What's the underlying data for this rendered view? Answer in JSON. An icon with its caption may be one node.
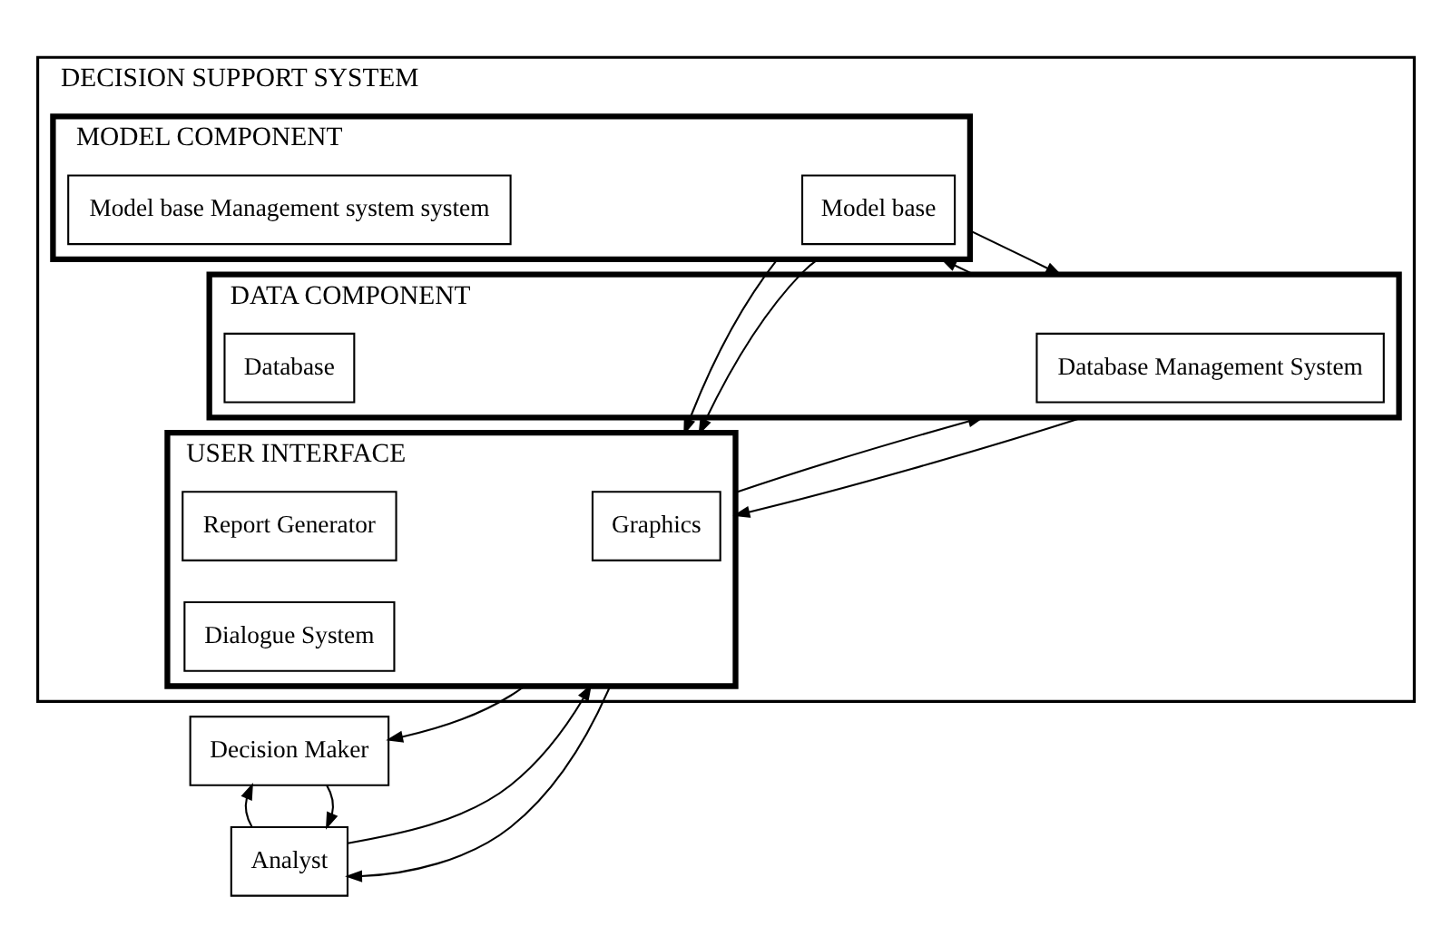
{
  "diagram": {
    "nodes": [
      {
        "text": [
          "DECISION SUPPORT SYSTEM"
        ]
      },
      {
        "text": [
          "MODEL COMPONENT"
        ],
        "in": 0
      },
      {
        "text": [
          "Model base"
        ],
        "in": 1
      },
      {
        "text": [
          "Model base Management system system"
        ],
        "in": 1
      },
      {
        "text": [
          "USER INTERFACE"
        ],
        "in": 0
      },
      {
        "text": [
          "Graphics"
        ],
        "in": 4
      },
      {
        "text": [
          "Report Generator"
        ],
        "in": 4
      },
      {
        "text": [
          "Dialogue System"
        ],
        "in": 4
      },
      {
        "text": [
          "DATA COMPONENT"
        ],
        "in": 0
      },
      {
        "text": [
          "Database Management System"
        ],
        "in": 8
      },
      {
        "text": [
          "Database"
        ],
        "in": 8
      },
      {
        "text": [
          "Decision Maker"
        ]
      },
      {
        "text": [
          "Analyst"
        ]
      }
    ],
    "edges": [
      {
        "from": 1,
        "to": 4,
        "arrow": "to"
      },
      {
        "from": 1,
        "to": 4,
        "arrow": "to"
      },
      {
        "from": 4,
        "to": 11,
        "arrow": "to"
      },
      {
        "from": 11,
        "to": 12,
        "arrow": "to"
      },
      {
        "from": 12,
        "to": 11,
        "arrow": "to"
      },
      {
        "from": 4,
        "to": 12,
        "arrow": "to"
      },
      {
        "from": 12,
        "to": 4,
        "arrow": "to"
      },
      {
        "from": 8,
        "to": 4,
        "arrow": "to"
      },
      {
        "from": 8,
        "to": 1,
        "arrow": "to"
      },
      {
        "from": 1,
        "to": 8,
        "arrow": "to"
      },
      {
        "from": 4,
        "to": 8,
        "arrow": "to"
      }
    ]
  }
}
